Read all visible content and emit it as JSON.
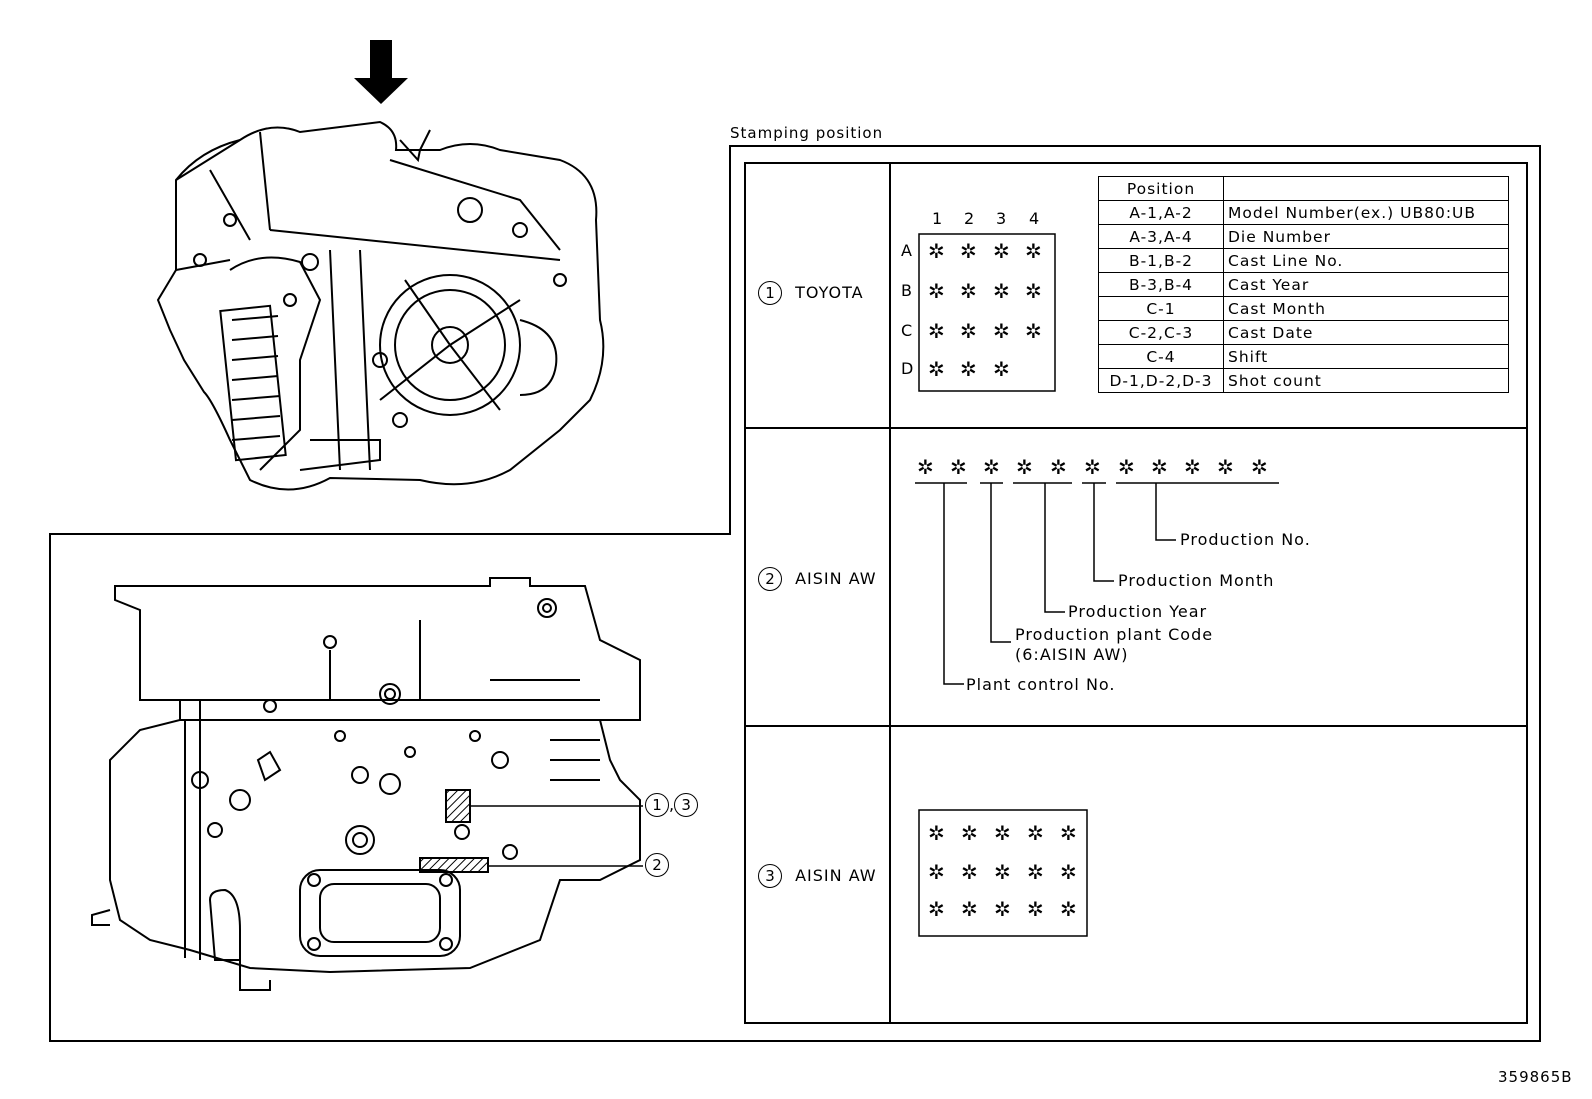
{
  "stamping_title": "Stamping position",
  "figure_id": "359865B",
  "callouts": {
    "upper": {
      "n1": "1",
      "sep": ",",
      "n2": "3"
    },
    "lower": "2"
  },
  "sections": [
    {
      "number": "1",
      "maker": "TOYOTA",
      "grid": {
        "cols": [
          "1",
          "2",
          "3",
          "4"
        ],
        "rows": [
          {
            "label": "A",
            "marks": [
              "✲",
              "✲",
              "✲",
              "✲"
            ]
          },
          {
            "label": "B",
            "marks": [
              "✲",
              "✲",
              "✲",
              "✲"
            ]
          },
          {
            "label": "C",
            "marks": [
              "✲",
              "✲",
              "✲",
              "✲"
            ]
          },
          {
            "label": "D",
            "marks": [
              "✲",
              "✲",
              "✲"
            ]
          }
        ]
      },
      "table": {
        "header": [
          "Position",
          ""
        ],
        "rows": [
          [
            "A-1,A-2",
            "Model Number(ex.) UB80:UB"
          ],
          [
            "A-3,A-4",
            "Die Number"
          ],
          [
            "B-1,B-2",
            "Cast Line No."
          ],
          [
            "B-3,B-4",
            "Cast Year"
          ],
          [
            "C-1",
            "Cast Month"
          ],
          [
            "C-2,C-3",
            "Cast Date"
          ],
          [
            "C-4",
            "Shift"
          ],
          [
            "D-1,D-2,D-3",
            "Shot count"
          ]
        ]
      }
    },
    {
      "number": "2",
      "maker": "AISIN AW",
      "code_marks": [
        "✲",
        "✲",
        "✲",
        "✲",
        "✲",
        "✲",
        "✲",
        "✲",
        "✲",
        "✲",
        "✲"
      ],
      "labels": {
        "production_no": "Production No.",
        "production_month": "Production Month",
        "production_year": "Production Year",
        "plant_code": "Production plant Code",
        "plant_code_note": "(6:AISIN AW)",
        "plant_control": "Plant control No."
      }
    },
    {
      "number": "3",
      "maker": "AISIN AW",
      "grid_rows": [
        [
          "✲",
          "✲",
          "✲",
          "✲",
          "✲"
        ],
        [
          "✲",
          "✲",
          "✲",
          "✲",
          "✲"
        ],
        [
          "✲",
          "✲",
          "✲",
          "✲",
          "✲"
        ]
      ]
    }
  ]
}
